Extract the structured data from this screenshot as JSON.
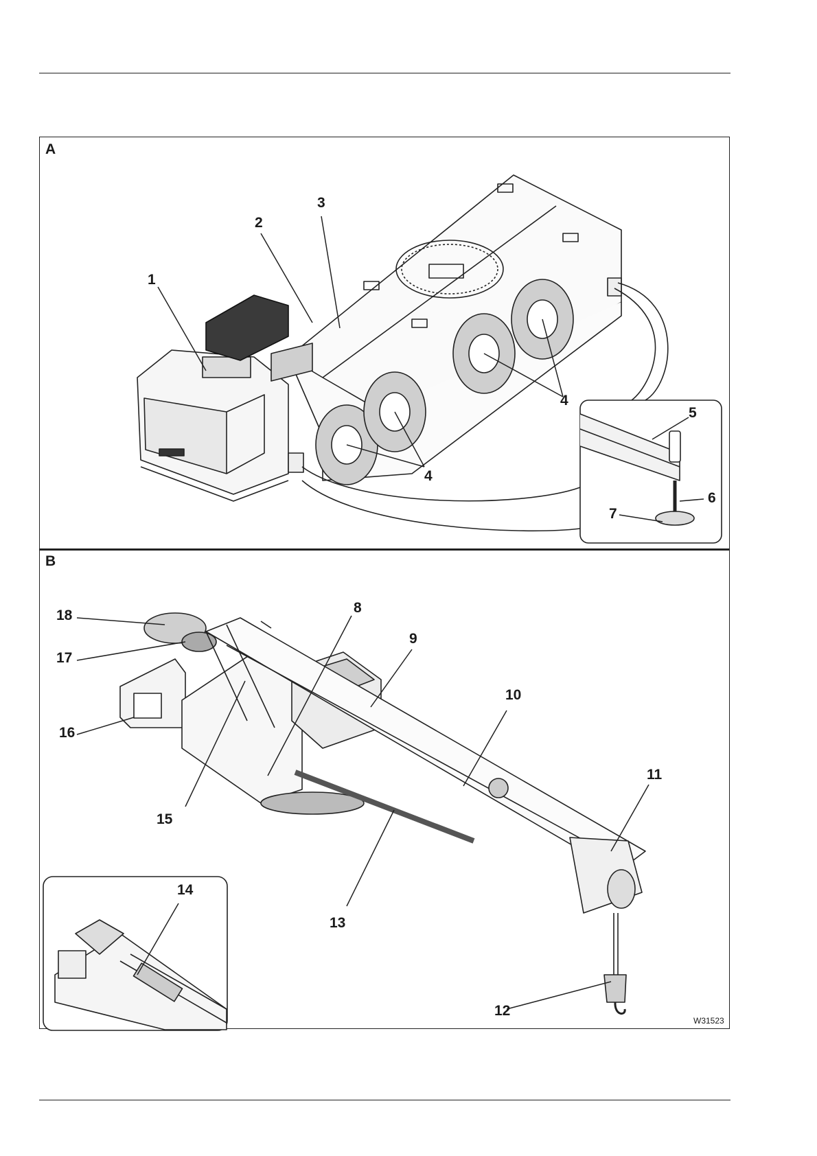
{
  "panels": {
    "a": "A",
    "b": "B"
  },
  "callouts": [
    "1",
    "2",
    "3",
    "4",
    "4",
    "5",
    "6",
    "7",
    "8",
    "9",
    "10",
    "11",
    "12",
    "13",
    "14",
    "15",
    "16",
    "17",
    "18"
  ],
  "figure_id": "W31523"
}
